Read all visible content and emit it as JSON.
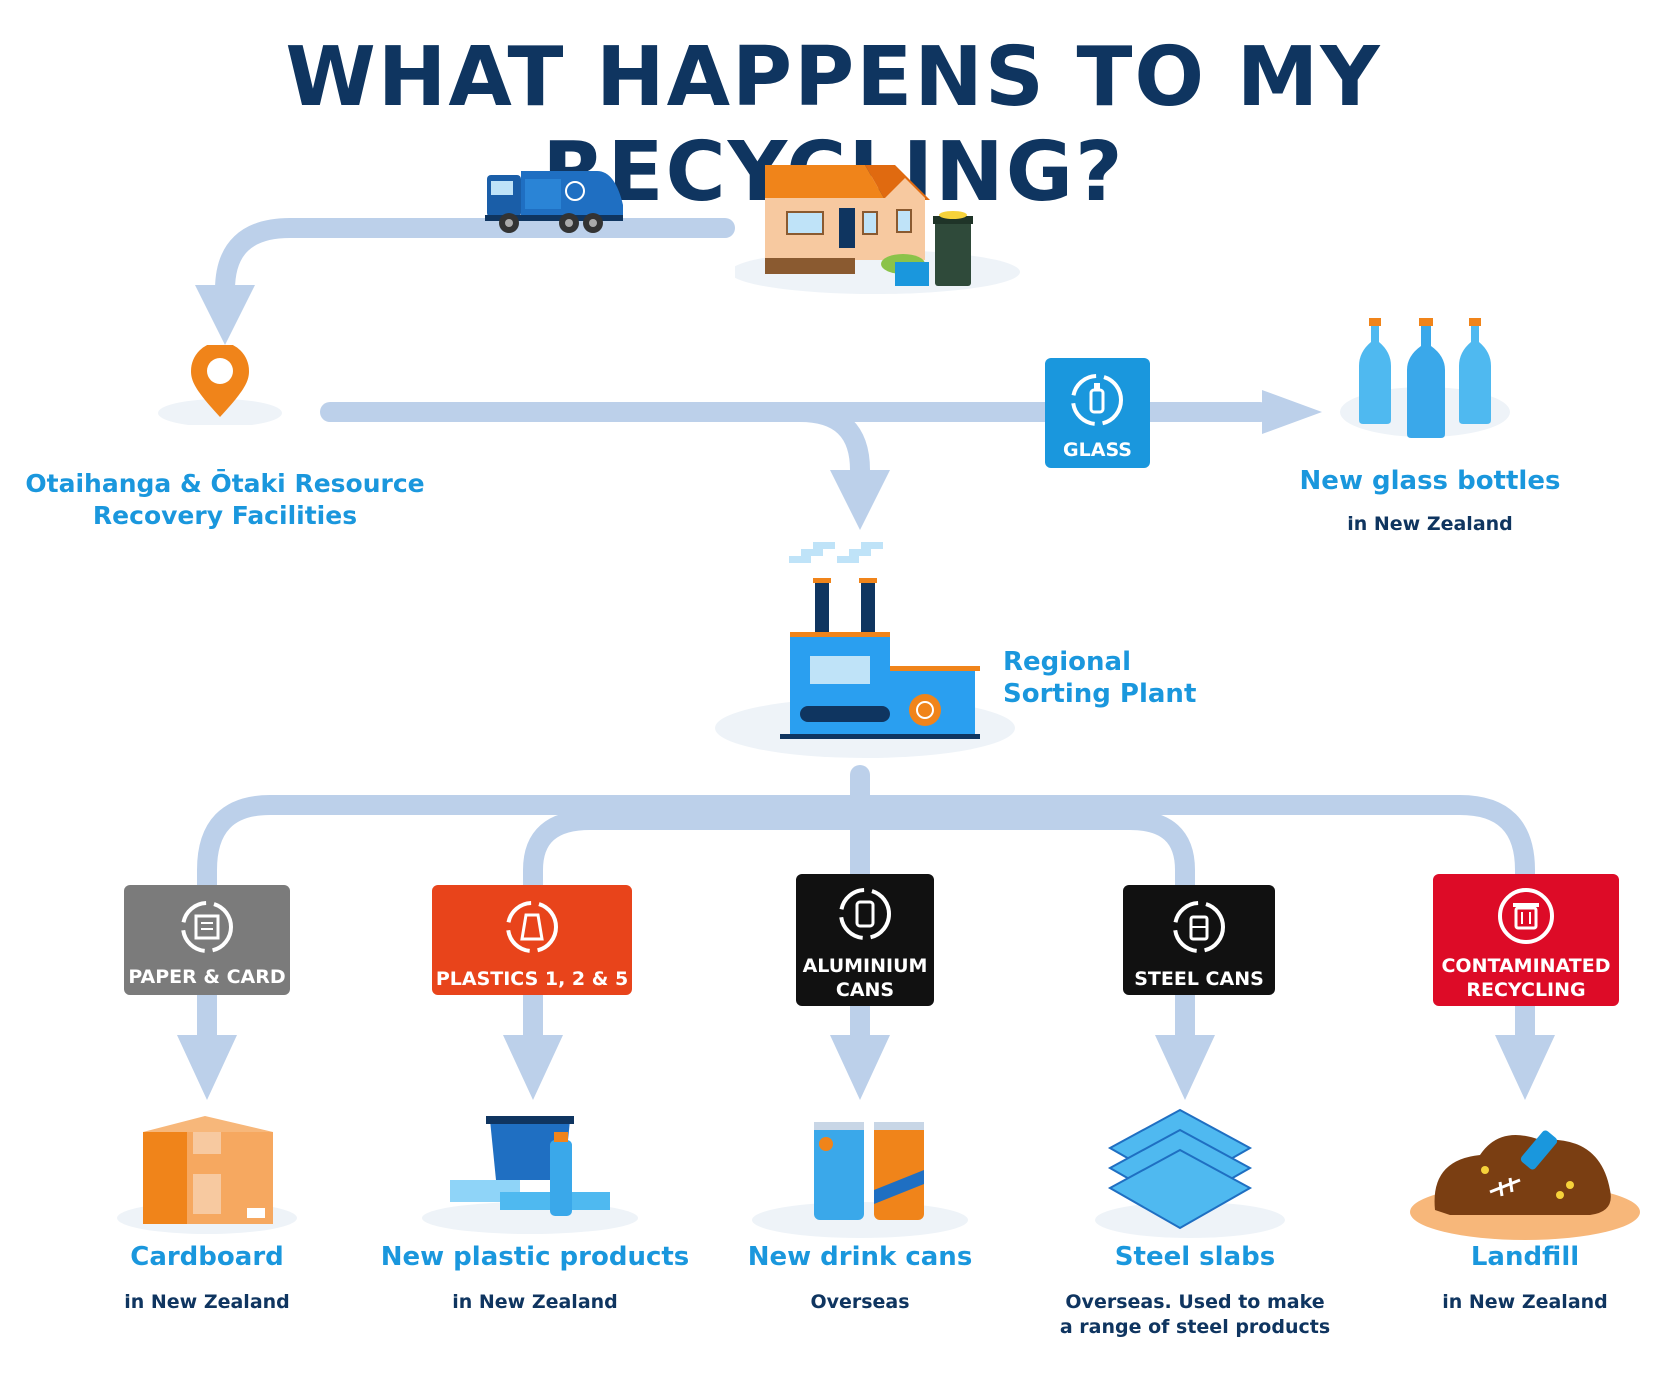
{
  "title": "WHAT HAPPENS TO MY RECYCLING?",
  "colors": {
    "title": "#0f3560",
    "label": "#1a97dd",
    "arrow": "#bcd0ea",
    "glass": "#1a97dd",
    "paper": "#7b7b7b",
    "plastics": "#e8441b",
    "aluminium": "#111111",
    "steel": "#111111",
    "contaminated": "#dd0b27",
    "accent": "#f0841a"
  },
  "nodes": {
    "facility": {
      "label": "Otaihanga & Ōtaki Resource Recovery Facilities",
      "line1": "Otaihanga & Ōtaki Resource",
      "line2": "Recovery Facilities",
      "icon": "location-pin-icon"
    },
    "glass_bottles": {
      "label": "New glass bottles",
      "sub": "in New Zealand",
      "icon": "glass-bottles-icon"
    },
    "sorting_plant": {
      "label": "Regional Sorting Plant",
      "line1": "Regional",
      "line2": "Sorting Plant",
      "icon": "factory-icon"
    }
  },
  "glass_badge": {
    "label": "GLASS",
    "icon": "recycle-bottle-icon"
  },
  "streams": [
    {
      "badge_line1": "PAPER & CARD",
      "badge_line2": "",
      "icon": "recycle-paper-icon",
      "dest": "Cardboard",
      "sub1": "in New Zealand",
      "sub2": ""
    },
    {
      "badge_line1": "PLASTICS 1, 2 & 5",
      "badge_line2": "",
      "icon": "recycle-plastic-icon",
      "dest": "New plastic products",
      "sub1": "in New Zealand",
      "sub2": ""
    },
    {
      "badge_line1": "ALUMINIUM",
      "badge_line2": "CANS",
      "icon": "recycle-can-icon",
      "dest": "New drink cans",
      "sub1": "Overseas",
      "sub2": ""
    },
    {
      "badge_line1": "STEEL CANS",
      "badge_line2": "",
      "icon": "recycle-tin-icon",
      "dest": "Steel slabs",
      "sub1": "Overseas. Used to make",
      "sub2": "a range of steel products"
    },
    {
      "badge_line1": "CONTAMINATED",
      "badge_line2": "RECYCLING",
      "icon": "rubbish-bin-icon",
      "dest": "Landfill",
      "sub1": "in New Zealand",
      "sub2": ""
    }
  ]
}
